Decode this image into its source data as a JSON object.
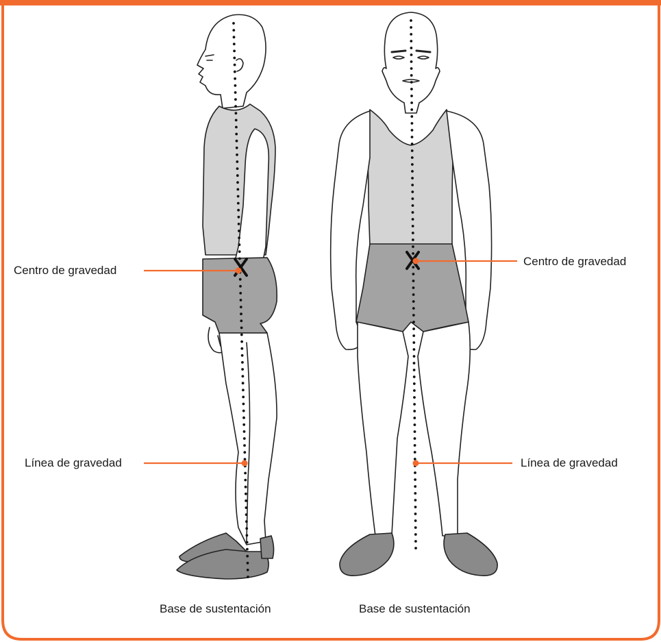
{
  "accent_color": "#f26b2e",
  "labels": {
    "side_center": "Centro de gravedad",
    "front_center": "Centro de gravedad",
    "side_line": "Línea de gravedad",
    "front_line": "Línea de gravedad",
    "side_base": "Base de sustentación",
    "front_base": "Base de sustentación"
  },
  "figures": [
    {
      "view": "side-profile"
    },
    {
      "view": "front"
    }
  ]
}
